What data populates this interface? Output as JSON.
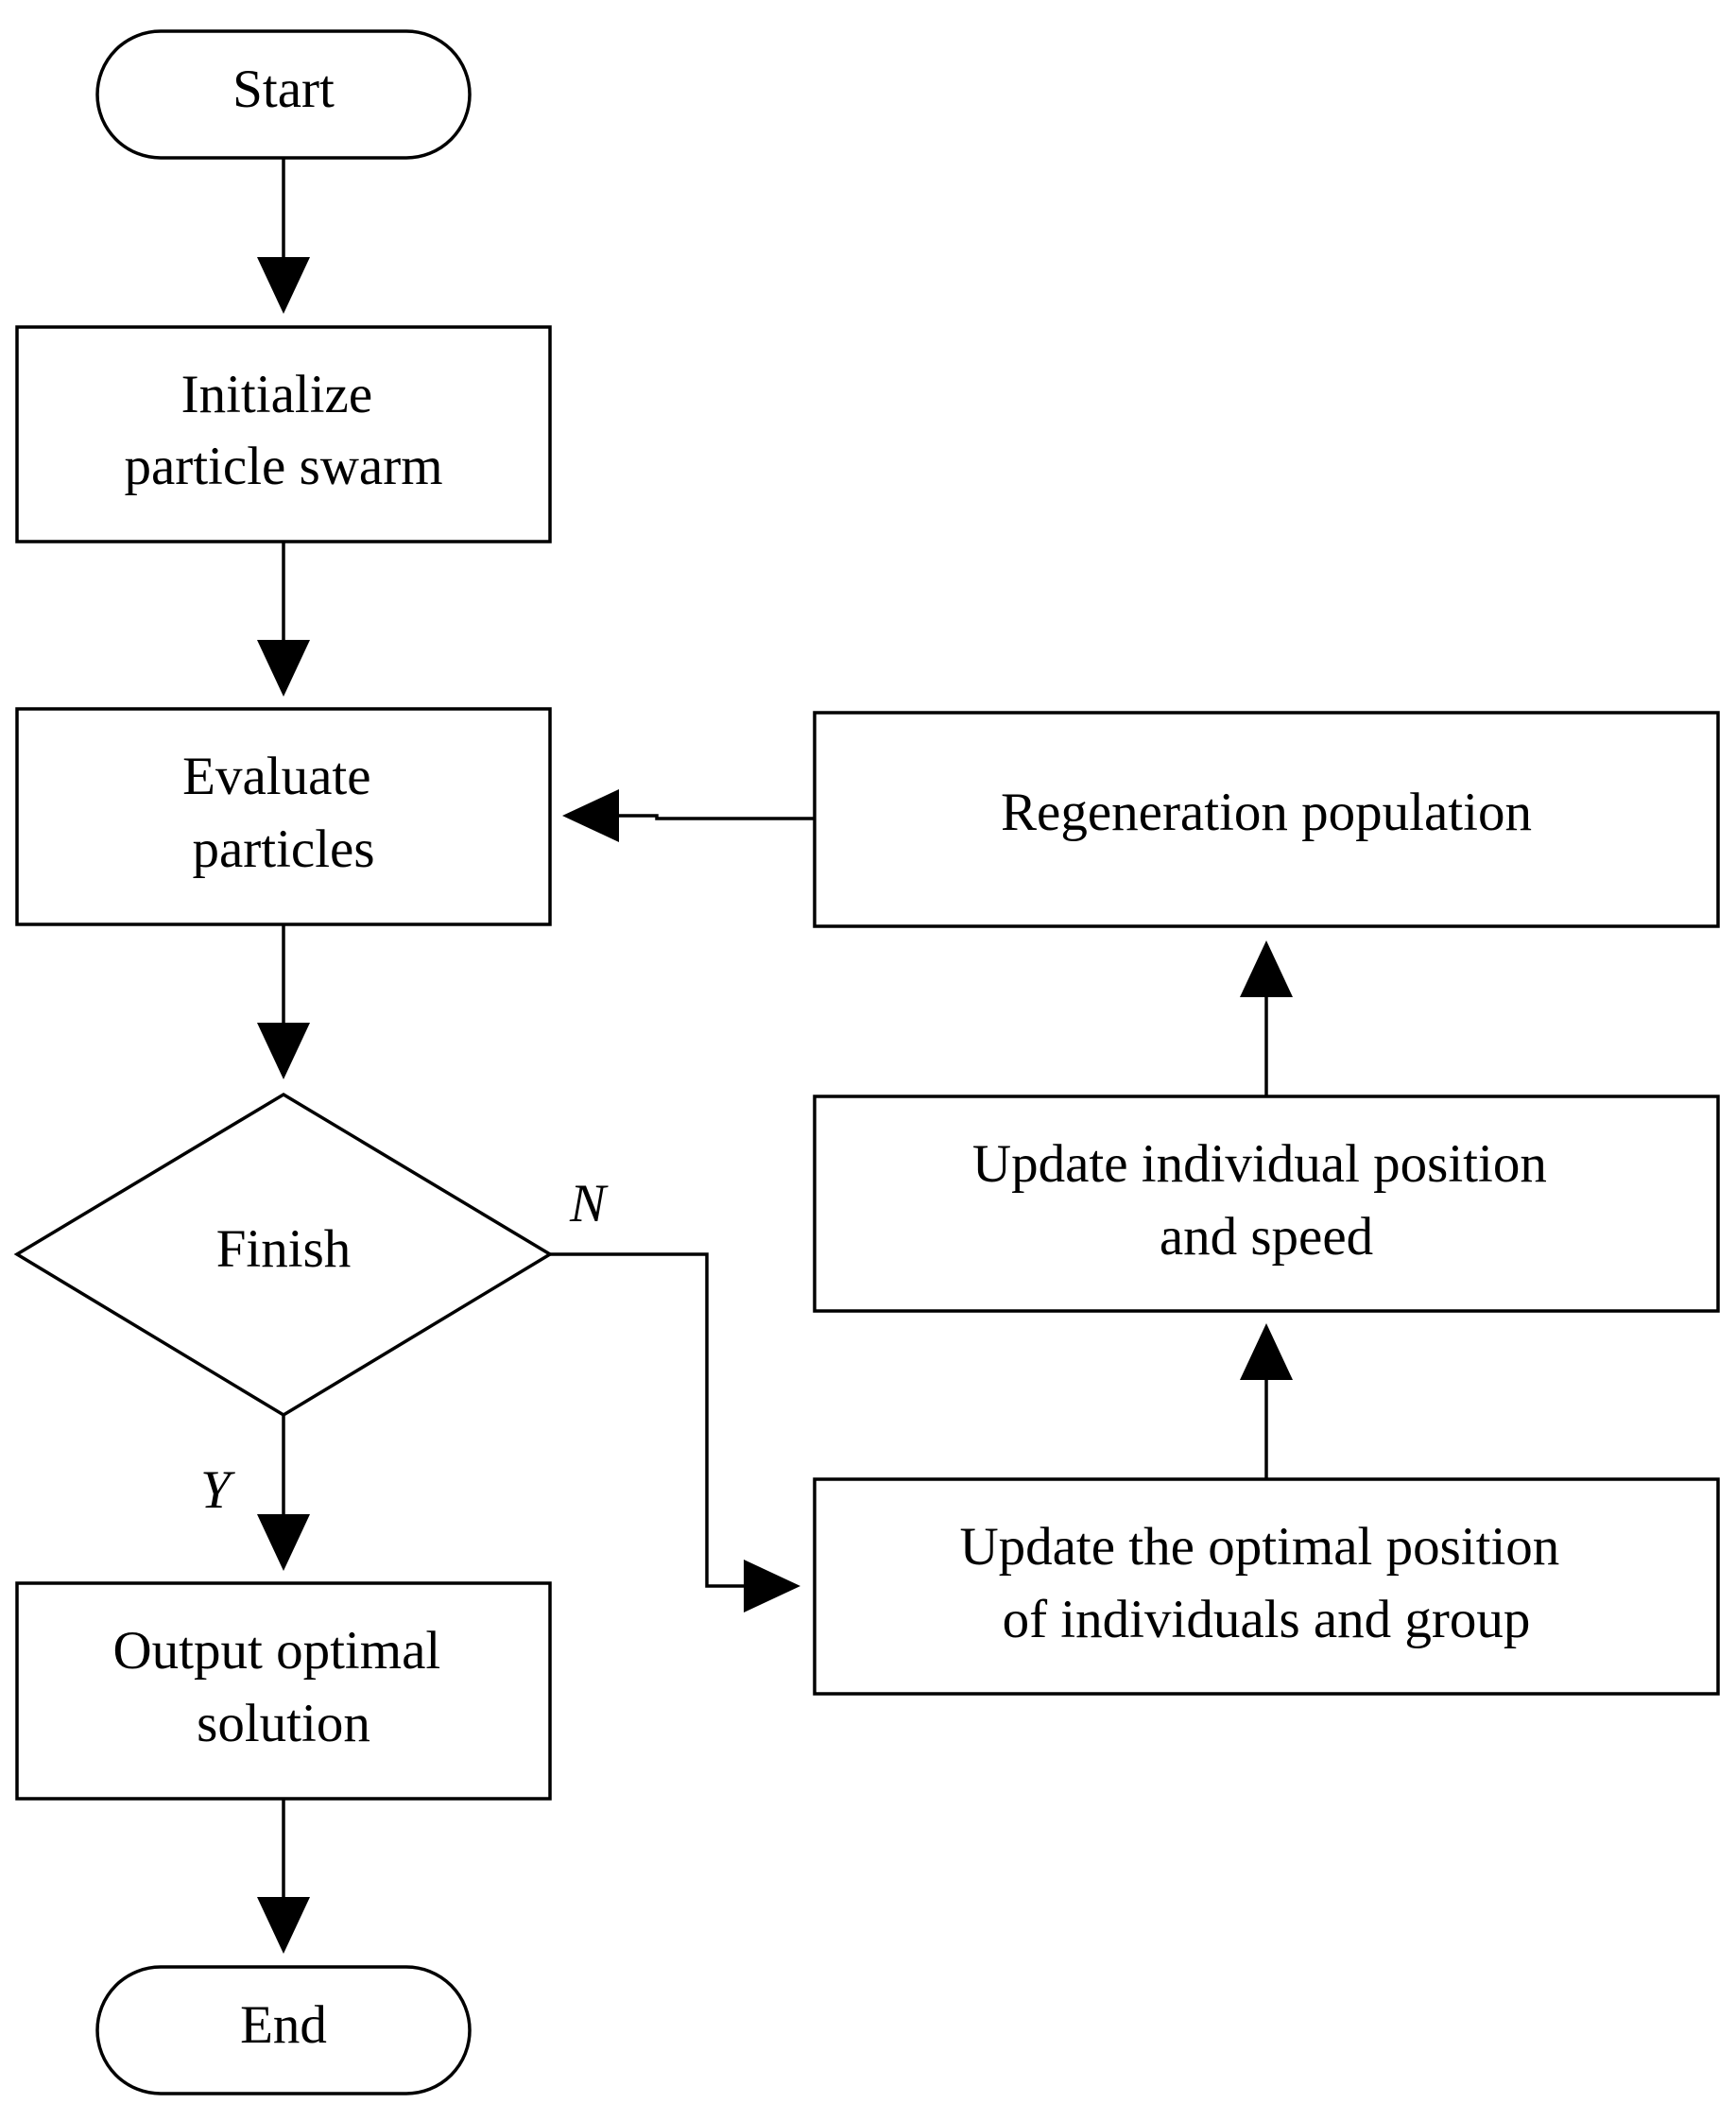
{
  "nodes": {
    "start": {
      "label": "Start"
    },
    "initialize": {
      "lines": [
        "Initialize",
        "particle swarm"
      ]
    },
    "evaluate": {
      "lines": [
        "Evaluate",
        "particles"
      ]
    },
    "finish": {
      "label": "Finish"
    },
    "output": {
      "lines": [
        "Output optimal",
        "solution"
      ]
    },
    "end": {
      "label": "End"
    },
    "regeneration": {
      "label": "Regeneration population"
    },
    "update_position_speed": {
      "lines": [
        "Update individual position",
        "and speed"
      ]
    },
    "update_optimal": {
      "lines": [
        "Update the optimal position",
        "of individuals and group"
      ]
    }
  },
  "branches": {
    "no": "N",
    "yes": "Y"
  },
  "edges": [
    {
      "from": "start",
      "to": "initialize"
    },
    {
      "from": "initialize",
      "to": "evaluate"
    },
    {
      "from": "evaluate",
      "to": "finish"
    },
    {
      "from": "finish",
      "to": "output",
      "label": "Y"
    },
    {
      "from": "output",
      "to": "end"
    },
    {
      "from": "finish",
      "to": "update_optimal",
      "label": "N"
    },
    {
      "from": "update_optimal",
      "to": "update_position_speed"
    },
    {
      "from": "update_position_speed",
      "to": "regeneration"
    },
    {
      "from": "regeneration",
      "to": "evaluate"
    }
  ]
}
